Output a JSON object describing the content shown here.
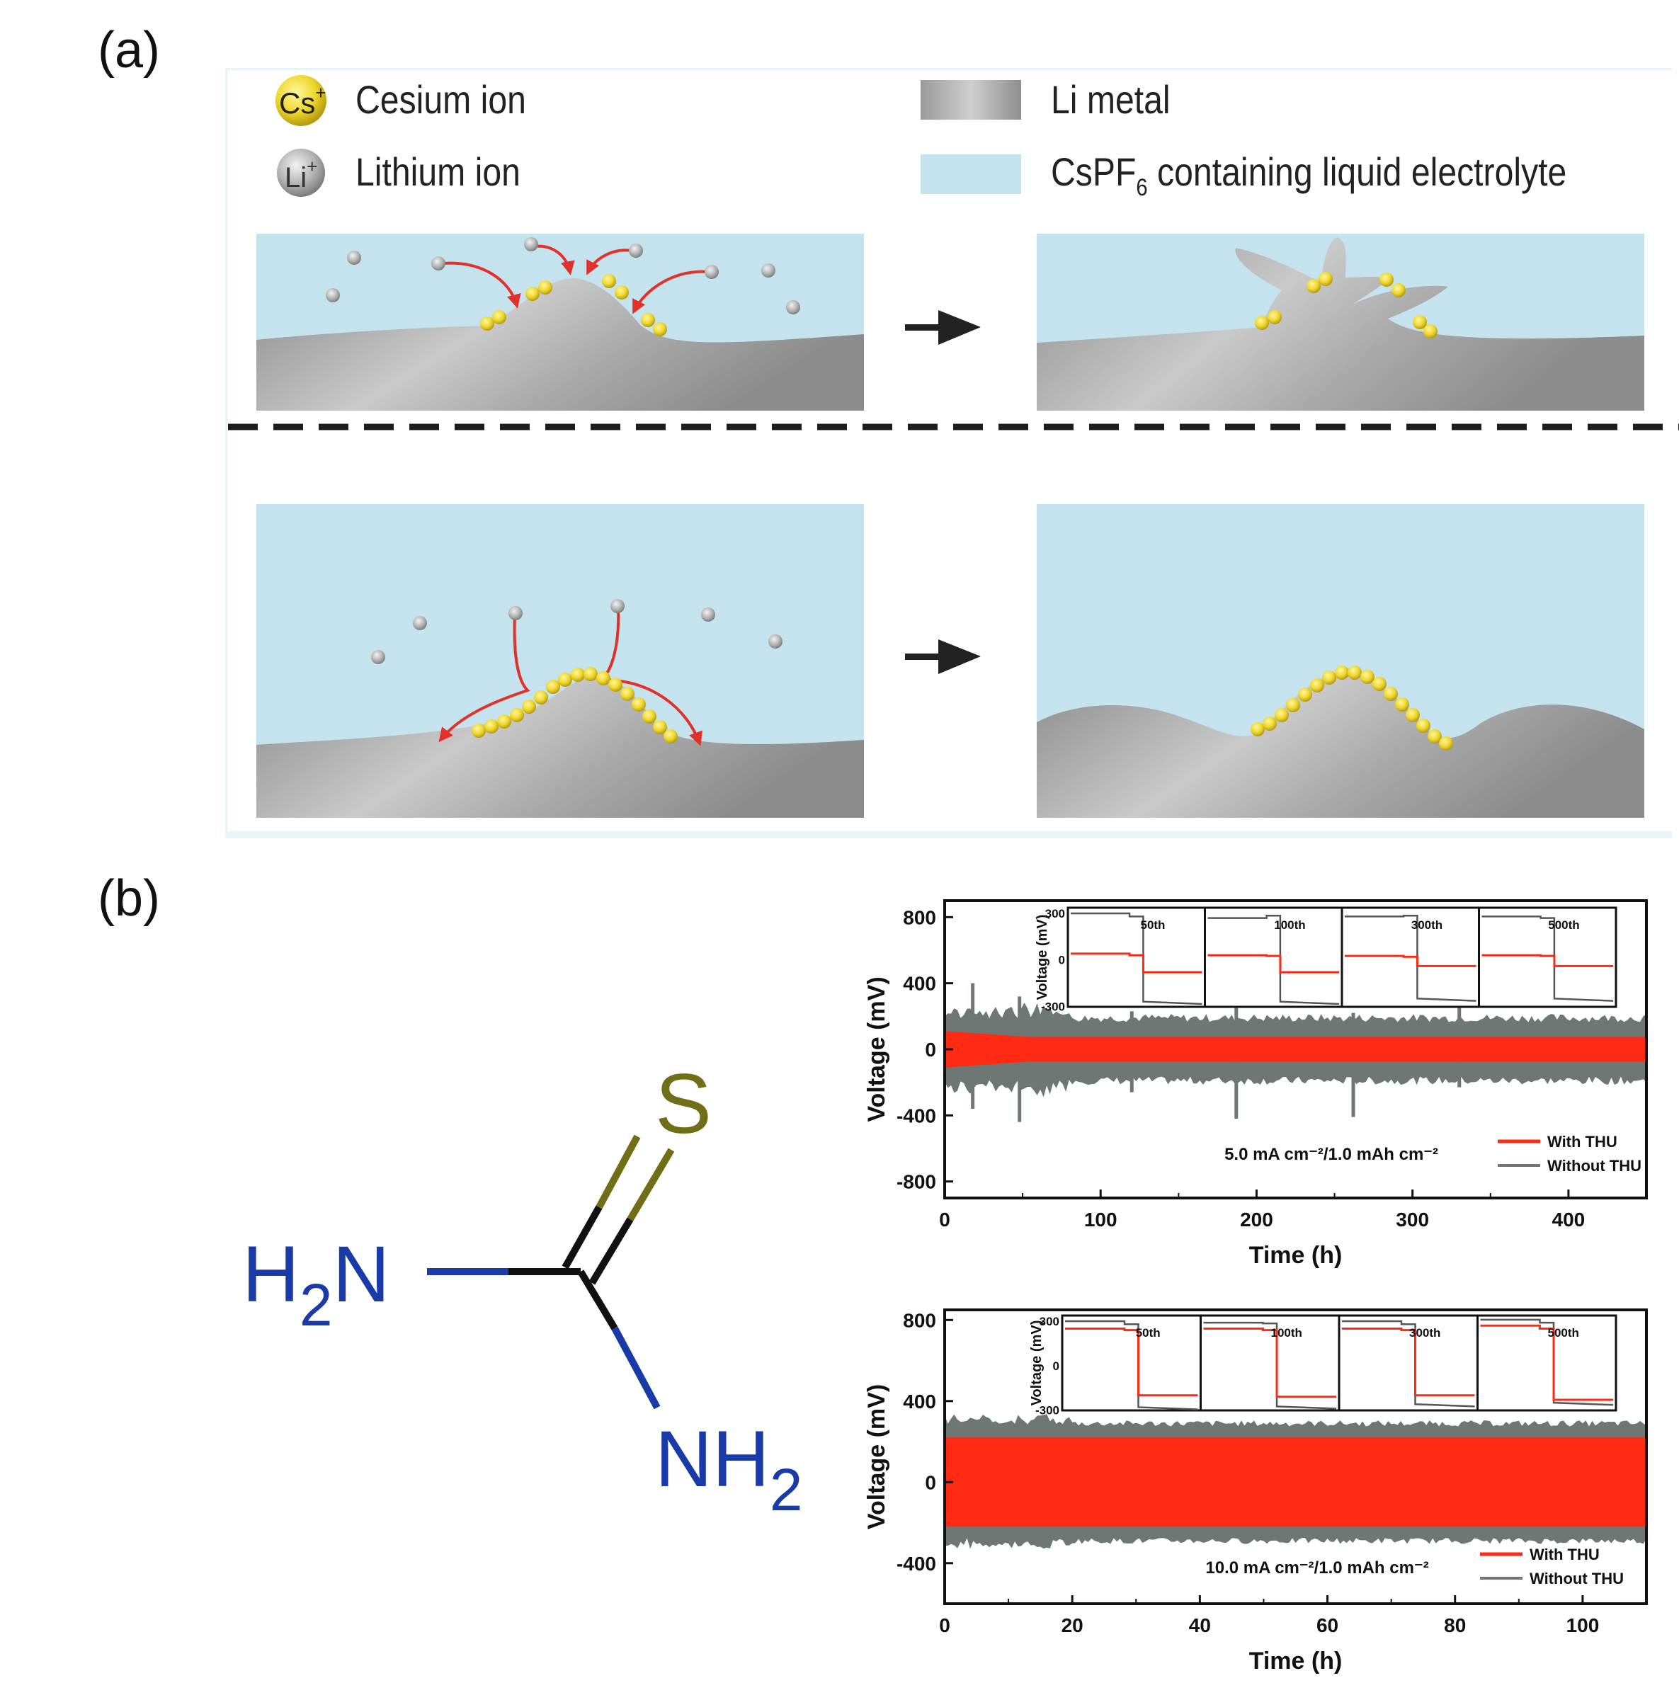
{
  "panels": {
    "a": "(a)",
    "b": "(b)"
  },
  "legend": {
    "cs_label": "Cs",
    "cs_sup": "+",
    "cesium": "Cesium ion",
    "li_label": "Li",
    "li_sup": "+",
    "lithium": "Lithium ion",
    "li_metal": "Li metal",
    "electrolyte_pre": "CsPF",
    "electrolyte_sub": "6",
    "electrolyte_post": " containing liquid electrolyte"
  },
  "colors": {
    "electrolyte": "#c5e3ee",
    "metal": "#9a9a9a",
    "cesium": "#f2e02a",
    "lithium": "#a8a8a8",
    "arrow_red": "#e0312a",
    "with_thu": "#ff2a14",
    "without_thu": "#6e7774",
    "nitrogen": "#1a3aa8",
    "sulfur": "#6f6f18"
  },
  "molecule": {
    "s": "S",
    "h2n_h": "H",
    "h2n_2": "2",
    "h2n_n": "N",
    "nh2_n": "NH",
    "nh2_2": "2"
  },
  "chart_data": [
    {
      "type": "line",
      "xlabel": "Time (h)",
      "ylabel": "Voltage (mV)",
      "xlim": [
        0,
        450
      ],
      "ylim": [
        -900,
        900
      ],
      "xticks": [
        0,
        100,
        200,
        300,
        400
      ],
      "yticks": [
        -800,
        -400,
        0,
        400,
        800
      ],
      "condition": "5.0 mA cm⁻²/1.0 mAh cm⁻²",
      "series": [
        {
          "name": "Without THU",
          "envelope_upper": 190,
          "envelope_lower": -190,
          "spike_max": 400,
          "spike_min": -440
        },
        {
          "name": "With THU",
          "envelope_upper": 75,
          "envelope_lower": -75
        }
      ],
      "inset": {
        "ylabel": "Voltage (mV)",
        "yticks": [
          300,
          0,
          -300
        ],
        "cycles": [
          "50th",
          "100th",
          "300th",
          "500th"
        ]
      }
    },
    {
      "type": "line",
      "xlabel": "Time (h)",
      "ylabel": "Voltage (mV)",
      "xlim": [
        0,
        110
      ],
      "ylim": [
        -600,
        850
      ],
      "xticks": [
        0,
        20,
        40,
        60,
        80,
        100
      ],
      "yticks": [
        -400,
        0,
        400,
        800
      ],
      "condition": "10.0 mA cm⁻²/1.0 mAh cm⁻²",
      "series": [
        {
          "name": "Without THU",
          "envelope_upper": 290,
          "envelope_lower": -290
        },
        {
          "name": "With THU",
          "envelope_upper": 220,
          "envelope_lower": -220
        }
      ],
      "inset": {
        "ylabel": "Voltage (mV)",
        "yticks": [
          300,
          0,
          -300
        ],
        "cycles": [
          "50th",
          "100th",
          "300th",
          "500th"
        ]
      }
    }
  ]
}
